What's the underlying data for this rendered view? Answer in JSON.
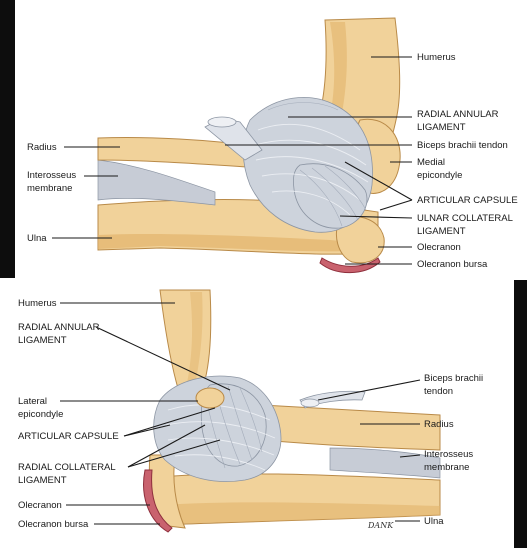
{
  "medial_view": {
    "labels": {
      "humerus": "Humerus",
      "radius": "Radius",
      "interosseus": [
        "Interosseus",
        "membrane"
      ],
      "ulna": "Ulna",
      "radial_annular": [
        "RADIAL ANNULAR",
        "LIGAMENT"
      ],
      "biceps": "Biceps brachii tendon",
      "medial_epicondyle": [
        "Medial",
        "epicondyle"
      ],
      "articular_capsule": "ARTICULAR CAPSULE",
      "ulnar_collateral": [
        "ULNAR COLLATERAL",
        "LIGAMENT"
      ],
      "olecranon": "Olecranon",
      "olecranon_bursa": "Olecranon bursa"
    }
  },
  "lateral_view": {
    "labels": {
      "humerus": "Humerus",
      "radial_annular": [
        "RADIAL ANNULAR",
        "LIGAMENT"
      ],
      "lateral_epicondyle": [
        "Lateral",
        "epicondyle"
      ],
      "articular_capsule": "ARTICULAR CAPSULE",
      "radial_collateral": [
        "RADIAL COLLATERAL",
        "LIGAMENT"
      ],
      "olecranon": "Olecranon",
      "olecranon_bursa": "Olecranon bursa",
      "biceps": [
        "Biceps brachii",
        "tendon"
      ],
      "radius": "Radius",
      "interosseus": [
        "Interosseus",
        "membrane"
      ],
      "ulna": "Ulna"
    },
    "artist_signature": "DANK"
  }
}
